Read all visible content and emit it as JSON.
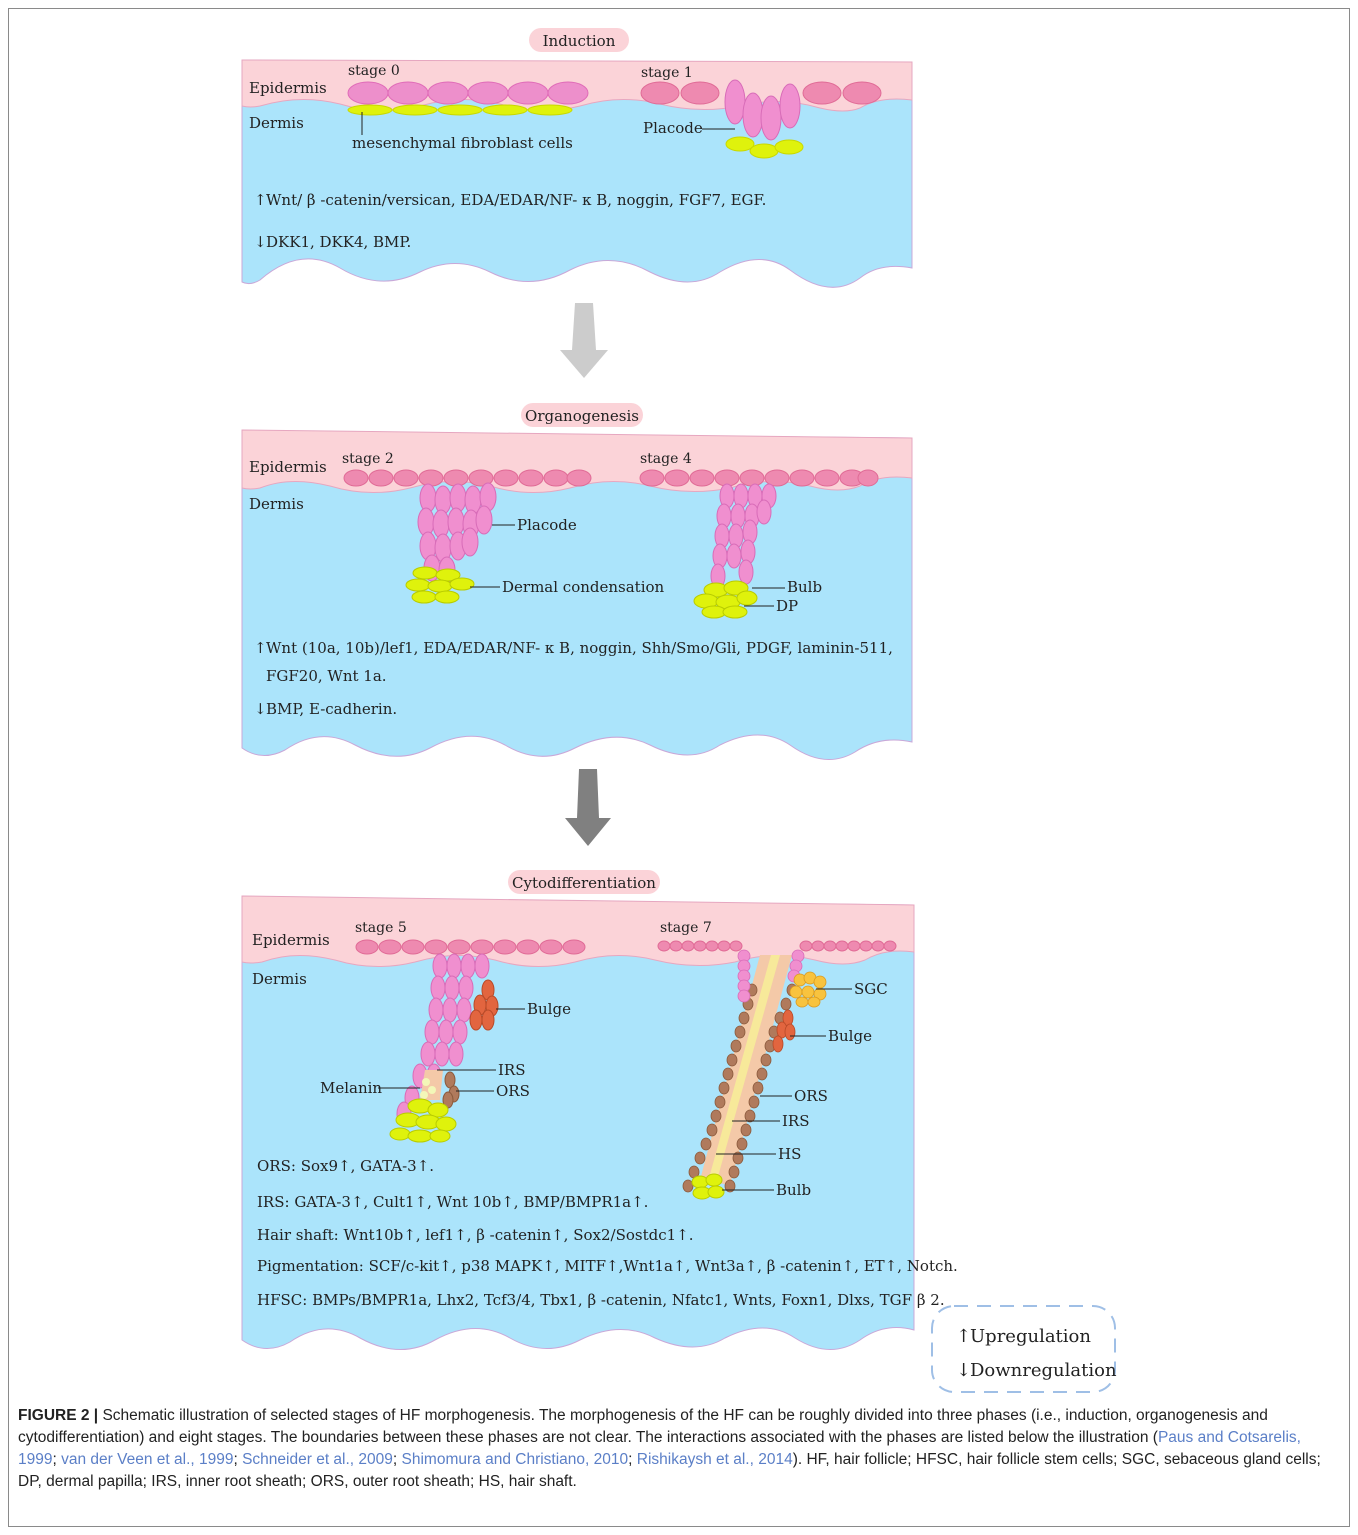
{
  "panels": [
    {
      "phase": "Induction",
      "epidermis_label": "Epidermis",
      "dermis_label": "Dermis",
      "stage_left": "stage 0",
      "stage_right": "stage 1",
      "callouts": [
        "mesenchymal fibroblast cells",
        "Placode"
      ],
      "lines": [
        "Wnt/ β -catenin/versican, EDA/EDAR/NF- κ B, noggin, FGF7, EGF.",
        "DKK1, DKK4, BMP."
      ]
    },
    {
      "phase": "Organogenesis",
      "epidermis_label": "Epidermis",
      "dermis_label": "Dermis",
      "stage_left": "stage 2",
      "stage_right": "stage 4",
      "callouts": [
        "Placode",
        "Dermal condensation",
        "Bulb",
        "DP"
      ],
      "lines": [
        "Wnt (10a, 10b)/lef1, EDA/EDAR/NF- κ B, noggin, Shh/Smo/Gli, PDGF, laminin-511,",
        "FGF20, Wnt 1a.",
        "BMP, E-cadherin."
      ]
    },
    {
      "phase": "Cytodifferentiation",
      "epidermis_label": "Epidermis",
      "dermis_label": "Dermis",
      "stage_left": "stage 5",
      "stage_right": "stage 7",
      "callouts": [
        "Bulge",
        "IRS",
        "Melanin",
        "ORS",
        "SGC",
        "Bulge",
        "ORS",
        "IRS",
        "HS",
        "Bulb"
      ],
      "lines": [
        "ORS: Sox9↑, GATA-3↑.",
        "IRS: GATA-3↑, Cult1↑, Wnt 10b↑, BMP/BMPR1a↑.",
        "Hair shaft:  Wnt10b↑, lef1↑,  β -catenin↑, Sox2/Sostdc1↑.",
        "Pigmentation: SCF/c-kit↑, p38 MAPK↑, MITF↑,Wnt1a↑, Wnt3a↑,  β -catenin↑, ET↑, Notch.",
        "HFSC: BMPs/BMPR1a, Lhx2, Tcf3/4, Tbx1,  β -catenin, Nfatc1, Wnts, Foxn1, Dlxs, TGF β 2."
      ]
    }
  ],
  "legend": {
    "up": "Upregulation",
    "down": "Downregulation"
  },
  "caption": {
    "lead": "FIGURE 2 |",
    "text": " Schematic illustration of selected stages of HF morphogenesis. The morphogenesis of the HF can be roughly divided into three phases (i.e., induction, organogenesis and cytodifferentiation) and eight stages. The boundaries between these phases are not clear. The interactions associated with the phases are listed below the illustration (",
    "citations": [
      "Paus and Cotsarelis, 1999",
      "van der Veen et al., 1999",
      "Schneider et al., 2009",
      "Shimomura and Christiano, 2010",
      "Rishikaysh et al., 2014"
    ],
    "tail": "). HF, hair follicle; HFSC, hair follicle stem cells; SGC, sebaceous gland cells; DP, dermal papilla; IRS, inner root sheath; ORS, outer root sheath; HS, hair shaft."
  },
  "colors": {
    "epidermis": "#fbd3d8",
    "dermis": "#abe4fb",
    "cell_pink": "#f08fcf",
    "cell_pink_dark": "#ed7f93",
    "fibroblast": "#dff20c",
    "bulge": "#e2653f",
    "sgc": "#f8c33e",
    "ors_brown": "#b07a5c",
    "arrow_light": "#cccccc",
    "arrow_dark": "#808080"
  }
}
